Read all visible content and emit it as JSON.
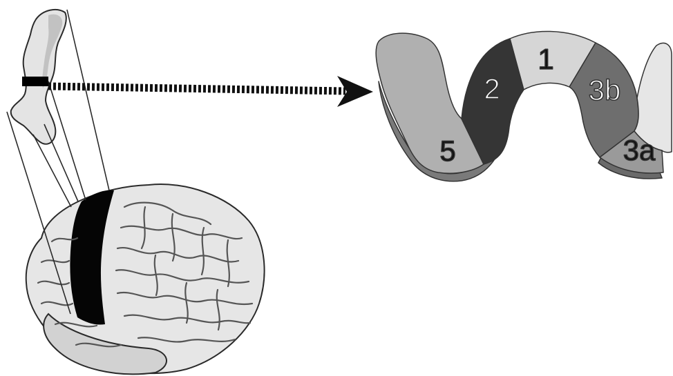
{
  "figure": {
    "colors": {
      "background": "#ffffff",
      "brain_light": "#e9e9e9",
      "brain_mid": "#bdbdbd",
      "brain_dark": "#4a4a4a",
      "lesion": "#000000",
      "area_5": "#b0b0b0",
      "area_2": "#353535",
      "area_1": "#d6d6d6",
      "area_3b": "#6e6e6e",
      "area_3a": "#9a9a9a",
      "area_edge": "#e6e6e6",
      "arrow": "#111111"
    },
    "cortical_areas": [
      {
        "id": "5",
        "label": "5",
        "label_color": "#111111"
      },
      {
        "id": "2",
        "label": "2",
        "label_color": "#ffffff"
      },
      {
        "id": "1",
        "label": "1",
        "label_color": "#111111"
      },
      {
        "id": "3b",
        "label": "3b",
        "label_color": "#ffffff"
      },
      {
        "id": "3a",
        "label": "3a",
        "label_color": "#111111"
      }
    ]
  }
}
